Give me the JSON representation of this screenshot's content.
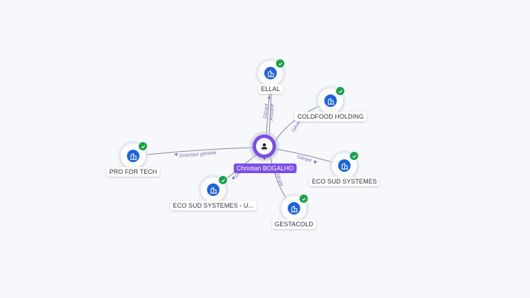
{
  "person": {
    "name": "Christian BOGALHO",
    "icon": "person-icon"
  },
  "companies": {
    "ellal": {
      "name": "ELLAL",
      "icon": "building-icon",
      "verified": true
    },
    "coldfood": {
      "name": "COLDFOOD HOLDING",
      "icon": "building-icon",
      "verified": true
    },
    "ecosud": {
      "name": "ECO SUD SYSTEMES",
      "icon": "building-icon",
      "verified": true
    },
    "gestacold": {
      "name": "GESTACOLD",
      "icon": "building-icon",
      "verified": true
    },
    "ecosudu": {
      "name": "ECO SUD SYSTEMES - U...",
      "icon": "building-icon",
      "verified": true
    },
    "profortech": {
      "name": "PRO FOR TECH",
      "icon": "building-icon",
      "verified": true
    }
  },
  "relations": {
    "ellal_1": "Gérant",
    "ellal_2": "Associé",
    "coldfood": "Gérant",
    "ecosud": "Gérant",
    "gestacold": "Gérant",
    "ecosudu": "Gérant",
    "profortech": "Directeur général"
  },
  "colors": {
    "person": "#7c4dea",
    "company": "#1d62e0",
    "verified": "#16a34a",
    "relation_text": "#7a6ae0"
  }
}
